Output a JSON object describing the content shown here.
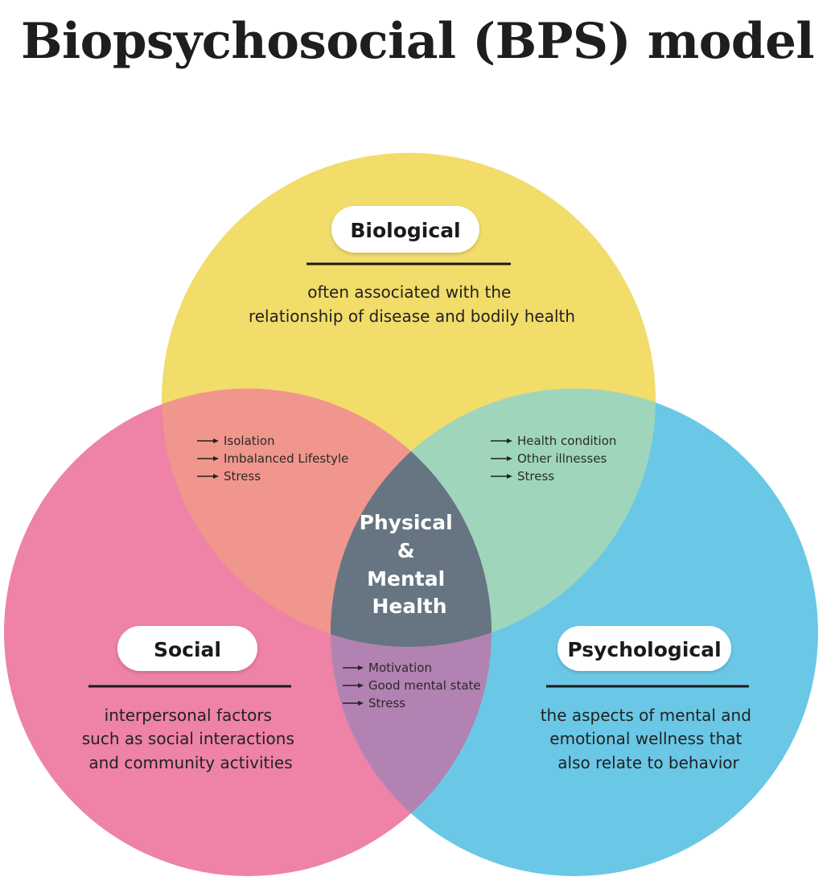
{
  "title": "Biopsychosocial (BPS) model",
  "colors": {
    "biological": "#f2dc6a",
    "social": "#ee82a7",
    "psychological": "#6ac8e6",
    "bio_social": "#f0968c",
    "bio_psych": "#9fd6bb",
    "social_psych": "#b282b2",
    "center": "#667581"
  },
  "biological": {
    "label": "Biological",
    "description": [
      "often associated with the",
      "relationship of disease and bodily health"
    ]
  },
  "social": {
    "label": "Social",
    "description": [
      "interpersonal factors",
      "such as social interactions",
      "and community activities"
    ]
  },
  "psychological": {
    "label": "Psychological",
    "description": [
      "the aspects of mental and",
      "emotional wellness that",
      "also relate to behavior"
    ]
  },
  "bio_social": {
    "items": [
      "Isolation",
      "Imbalanced Lifestyle",
      "Stress"
    ]
  },
  "bio_psych": {
    "items": [
      "Health condition",
      "Other illnesses",
      "Stress"
    ]
  },
  "social_psych": {
    "items": [
      "Motivation",
      "Good mental state",
      "Stress"
    ]
  },
  "center": {
    "lines": [
      "Physical",
      "&",
      "Mental",
      "Health"
    ]
  }
}
